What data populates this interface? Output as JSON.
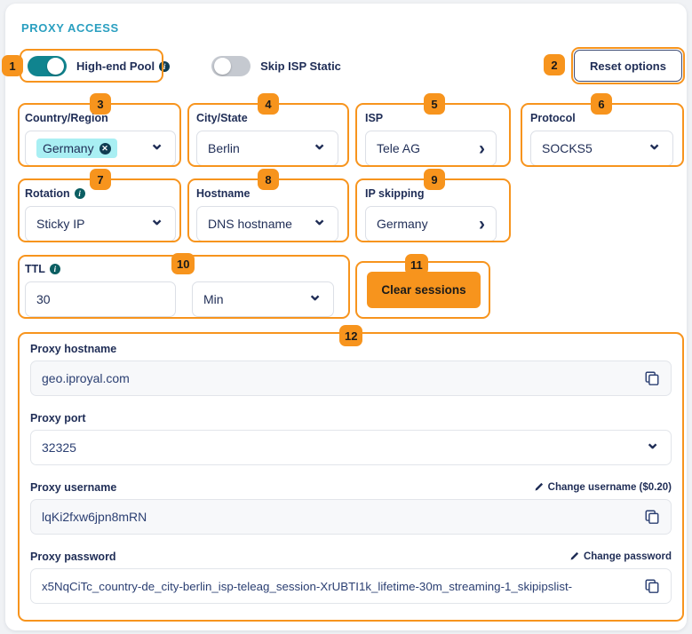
{
  "header": {
    "title": "PROXY ACCESS"
  },
  "toggles": [
    {
      "label": "High-end Pool",
      "state": "on",
      "has_info": true,
      "badge": "1"
    },
    {
      "label": "Skip ISP Static",
      "state": "off",
      "has_info": false
    }
  ],
  "reset": {
    "label": "Reset options",
    "badge": "2"
  },
  "fields": [
    {
      "label": "Country/Region",
      "value": "Germany",
      "chip": true,
      "icon": "chevron-down-icon",
      "badge": "3"
    },
    {
      "label": "City/State",
      "value": "Berlin",
      "chip": false,
      "icon": "chevron-down-icon",
      "badge": "4"
    },
    {
      "label": "ISP",
      "value": "Tele AG",
      "chip": false,
      "icon": "chevron-right-icon",
      "badge": "5"
    },
    {
      "label": "Protocol",
      "value": "SOCKS5",
      "chip": false,
      "icon": "chevron-down-icon",
      "badge": "6"
    },
    {
      "label": "Rotation",
      "value": "Sticky IP",
      "chip": false,
      "icon": "chevron-down-icon",
      "has_info": true,
      "badge": "7"
    },
    {
      "label": "Hostname",
      "value": "DNS hostname",
      "chip": false,
      "icon": "chevron-down-icon",
      "badge": "8"
    },
    {
      "label": "IP skipping",
      "value": "Germany",
      "chip": false,
      "icon": "chevron-right-icon",
      "badge": "9"
    }
  ],
  "ttl": {
    "label": "TTL",
    "value": "30",
    "unit": "Min",
    "icon": "chevron-down-icon",
    "has_info": true,
    "badge": "10"
  },
  "clear_sessions": {
    "label": "Clear sessions",
    "badge": "11"
  },
  "credentials": {
    "badge": "12",
    "hostname": {
      "label": "Proxy hostname",
      "value": "geo.iproyal.com",
      "copy_icon": "copy-icon"
    },
    "port": {
      "label": "Proxy port",
      "value": "32325",
      "icon": "chevron-down-icon"
    },
    "username": {
      "label": "Proxy username",
      "value": "lqKi2fxw6jpn8mRN",
      "action": "Change username ($0.20)",
      "action_icon": "pencil-icon",
      "copy_icon": "copy-icon"
    },
    "password": {
      "label": "Proxy password",
      "value": "x5NqCiTc_country-de_city-berlin_isp-teleag_session-XrUBTI1k_lifetime-30m_streaming-1_skipipslist-",
      "action": "Change password",
      "action_icon": "pencil-icon",
      "copy_icon": "copy-icon"
    }
  },
  "colors": {
    "accent_orange": "#f7941d",
    "teal": "#10848f",
    "title_teal": "#2a9fc0",
    "navy": "#1f2d56",
    "chip_cyan": "#a9eff3"
  }
}
